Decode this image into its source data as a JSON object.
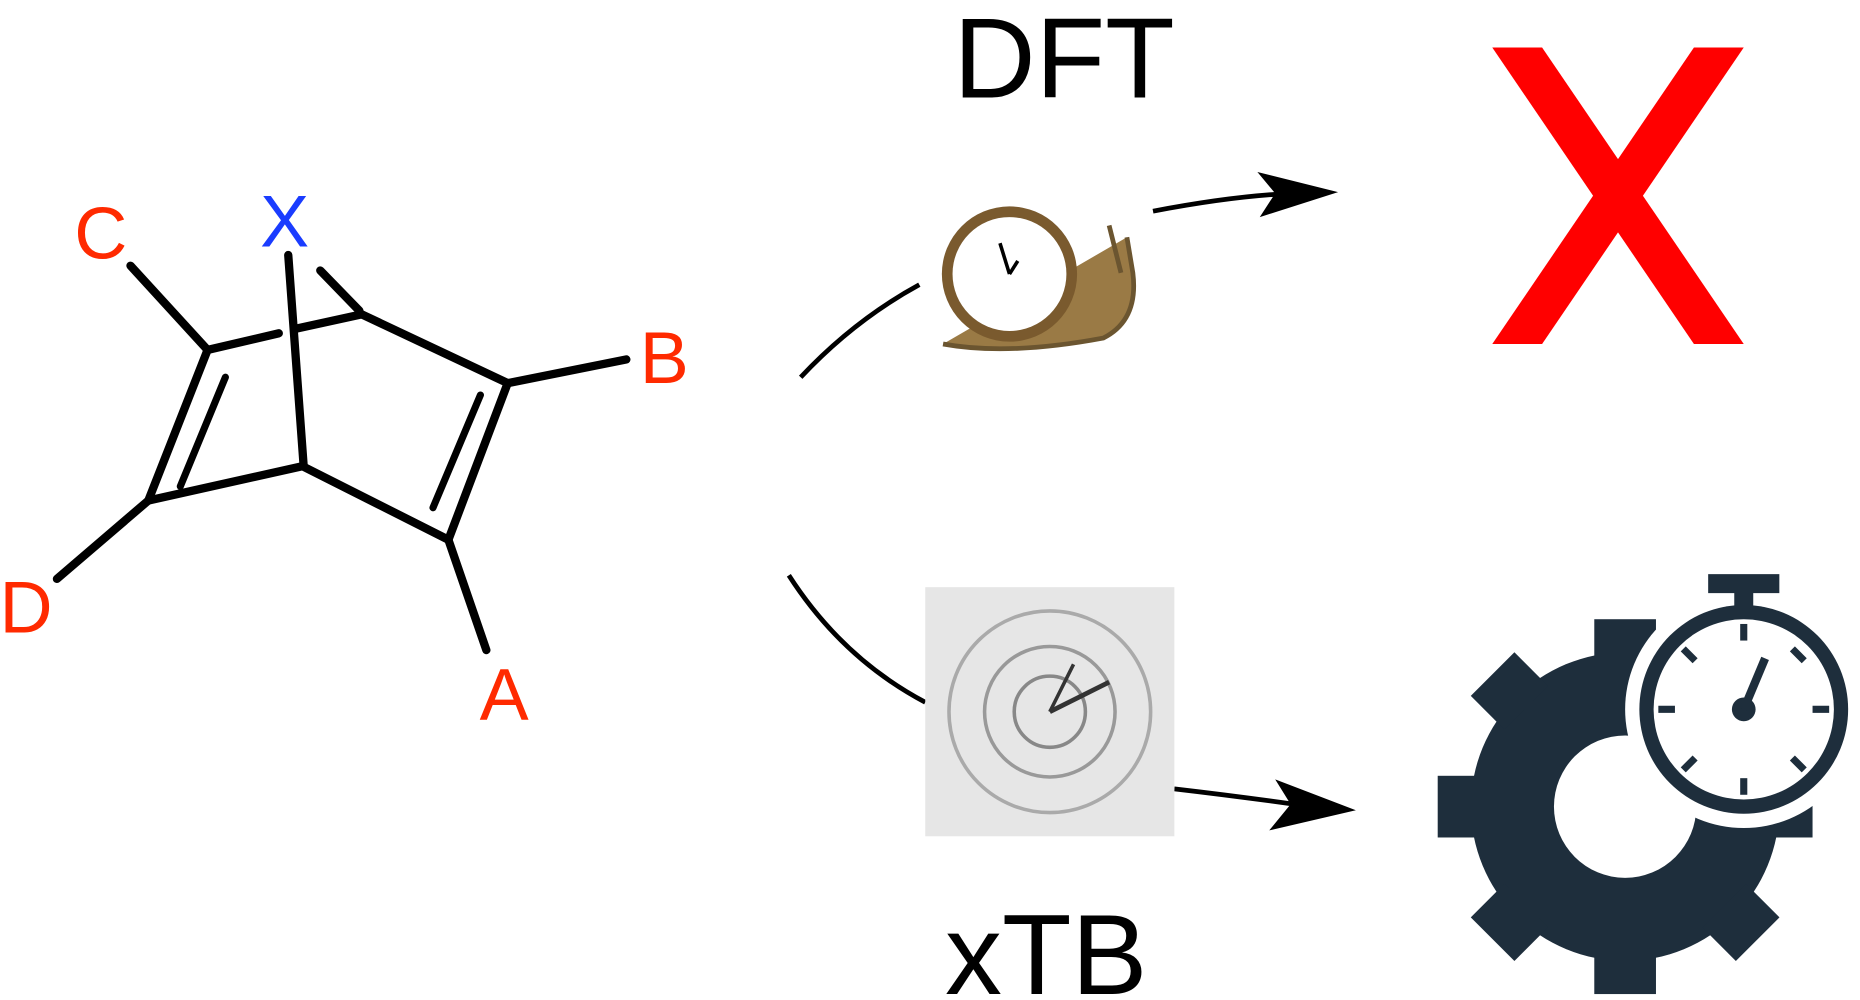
{
  "molecule": {
    "substituents": {
      "A": "A",
      "B": "B",
      "C": "C",
      "D": "D"
    },
    "bridge": "X"
  },
  "methods": {
    "top": "DFT",
    "bottom": "xTB"
  },
  "colors": {
    "substituent": "#ff2a00",
    "bridge": "#1a3cff",
    "fail": "#ff0000",
    "gear": "#1e2e3c",
    "snail": "#6b5530"
  },
  "icons": {
    "fail": "red-x-icon",
    "success": "gear-stopwatch-icon",
    "slow": "snail-clock-icon",
    "fast": "spiral-clock-icon"
  }
}
